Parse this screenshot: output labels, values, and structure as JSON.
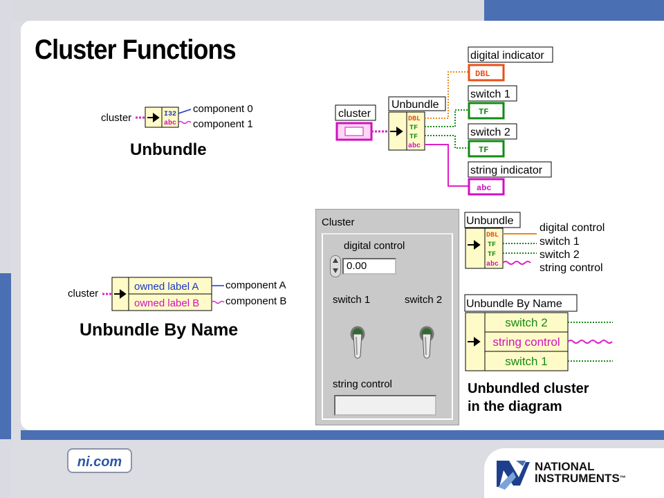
{
  "title": "Cluster Functions",
  "captions": {
    "unbundle": "Unbundle",
    "unbundle_by_name": "Unbundle By Name",
    "unbundled_cluster_line1": "Unbundled cluster",
    "unbundled_cluster_line2": "in the diagram"
  },
  "unbundle_icon": {
    "input": "cluster",
    "outputs": [
      "component 0",
      "component 1"
    ],
    "terminals": [
      "I32",
      "abc"
    ]
  },
  "unbundle_by_name_icon": {
    "input": "cluster",
    "owned_labels": [
      "owned label A",
      "owned label B"
    ],
    "outputs": [
      "component A",
      "component B"
    ]
  },
  "example_diagram": {
    "cluster_label": "cluster",
    "node_label": "Unbundle",
    "terminals": [
      "DBL",
      "TF",
      "TF",
      "abc"
    ],
    "indicators": [
      {
        "label": "digital indicator",
        "terminal": "DBL"
      },
      {
        "label": "switch 1",
        "terminal": "TF"
      },
      {
        "label": "switch 2",
        "terminal": "TF"
      },
      {
        "label": "string indicator",
        "terminal": "abc"
      }
    ]
  },
  "front_panel": {
    "title": "Cluster",
    "digital_control_label": "digital control",
    "digital_value": "0.00",
    "switch1_label": "switch 1",
    "switch2_label": "switch 2",
    "string_control_label": "string control",
    "string_value": ""
  },
  "unbundle_example": {
    "node_label": "Unbundle",
    "terminals": [
      "DBL",
      "TF",
      "TF",
      "abc"
    ],
    "outputs": [
      "digital control",
      "switch 1",
      "switch 2",
      "string control"
    ]
  },
  "unbundle_by_name_example": {
    "node_label": "Unbundle By Name",
    "items": [
      "switch 2",
      "string control",
      "switch 1"
    ]
  },
  "footer": {
    "website": "ni.com",
    "logo_line1": "NATIONAL",
    "logo_line2": "INSTRUMENTS",
    "logo_tm": "™"
  },
  "colors": {
    "accent_blue": "#4a6fb2",
    "orange_wire": "#e8891a",
    "green_wire": "#138a13",
    "pink_wire": "#e020c8",
    "node_fill": "#fffbc8"
  }
}
